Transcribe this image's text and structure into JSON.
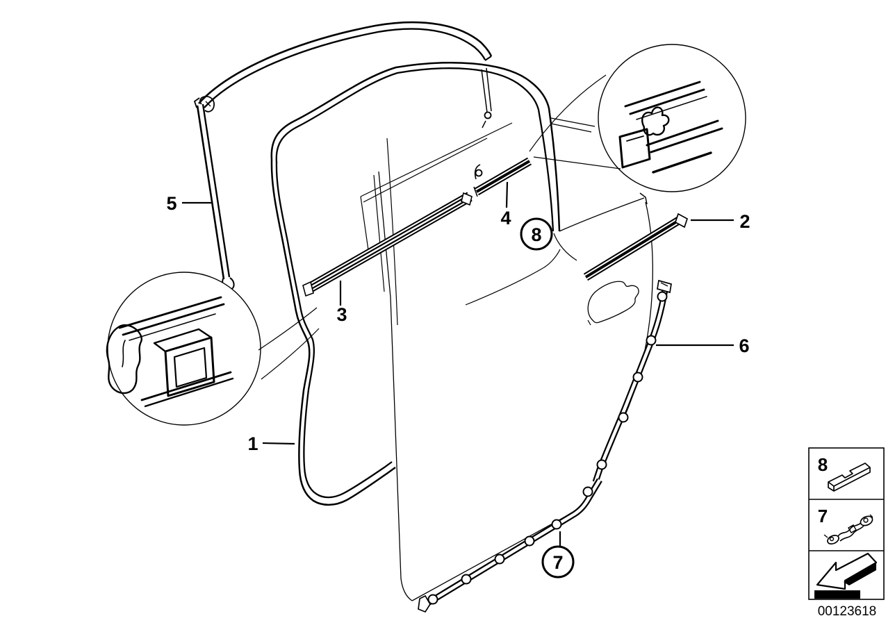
{
  "figure": {
    "background_color": "#ffffff",
    "line_color": "#000000",
    "type": "exploded-parts-diagram",
    "subject": "rear-door-seals-and-trims",
    "callouts": {
      "c1": {
        "text": "1",
        "style": "plain"
      },
      "c2": {
        "text": "2",
        "style": "plain"
      },
      "c3": {
        "text": "3",
        "style": "plain"
      },
      "c4": {
        "text": "4",
        "style": "plain"
      },
      "c5": {
        "text": "5",
        "style": "plain"
      },
      "c6": {
        "text": "6",
        "style": "plain"
      },
      "c7": {
        "text": "7",
        "style": "circled"
      },
      "c8": {
        "text": "8",
        "style": "circled"
      }
    },
    "legend": {
      "item_top": {
        "text": "8",
        "icon": "end-piece-strip-icon"
      },
      "item_middle": {
        "text": "7",
        "icon": "fastener-clip-icon"
      },
      "item_bottom": {
        "icon": "direction-arrow-icon"
      },
      "part_number": "00123618"
    }
  }
}
